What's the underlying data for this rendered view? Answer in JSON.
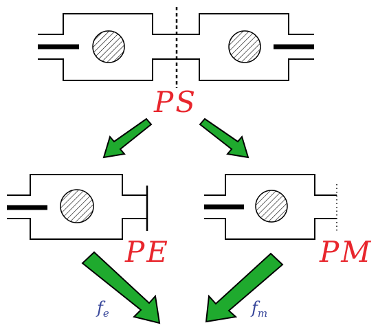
{
  "labels": {
    "parent": "PS",
    "child_left": "PE",
    "child_right": "PM",
    "factor_left_base": "f",
    "factor_left_sub": "e",
    "factor_right_base": "f",
    "factor_right_sub": "m"
  },
  "colors": {
    "label_red": "#e8262d",
    "label_blue": "#37469a",
    "arrow_green": "#1faa2e",
    "line_black": "#000000"
  },
  "walls": {
    "top_symmetry_plane": "dashed",
    "left_child_wall": "solid",
    "right_child_wall": "dotted"
  }
}
